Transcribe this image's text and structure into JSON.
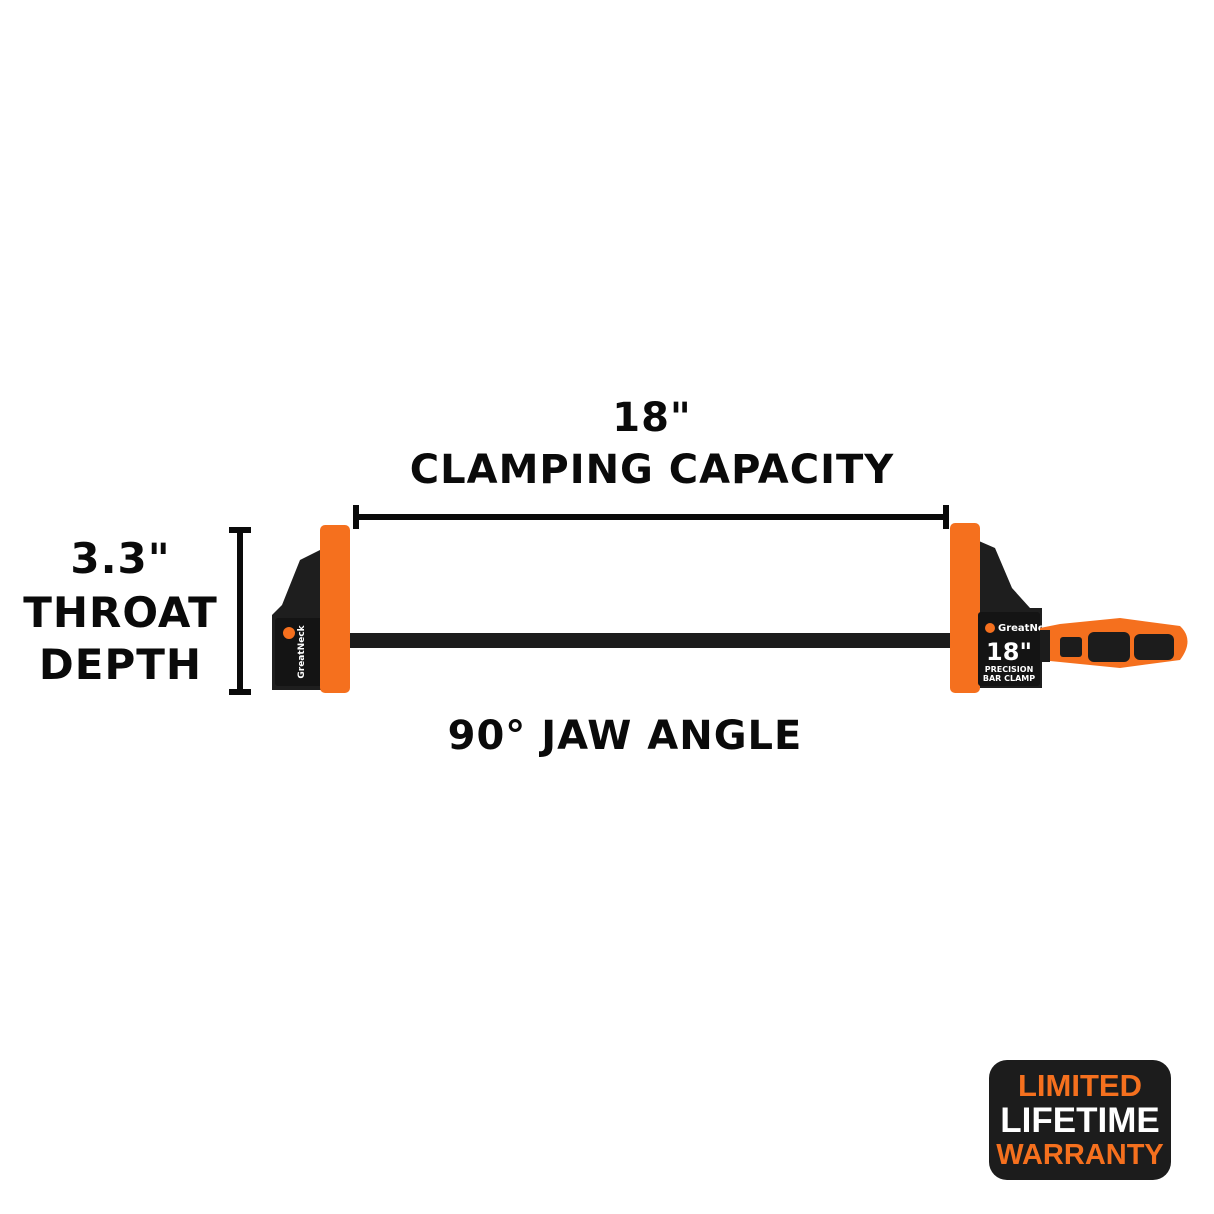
{
  "specs": {
    "capacity_value": "18\"",
    "capacity_label": "CLAMPING CAPACITY",
    "throat_value": "3.3\"",
    "throat_label_1": "THROAT",
    "throat_label_2": "DEPTH",
    "jaw_angle": "90° JAW ANGLE"
  },
  "product_label": {
    "brand": "GreatNeck",
    "size": "18\"",
    "line1": "PRECISION",
    "line2": "BAR CLAMP"
  },
  "warranty_badge": {
    "line1": "LIMITED",
    "line2": "LIFETIME",
    "line3": "WARRANTY"
  },
  "colors": {
    "orange": "#f5701e",
    "dark": "#1c1c1c",
    "white": "#ffffff"
  }
}
